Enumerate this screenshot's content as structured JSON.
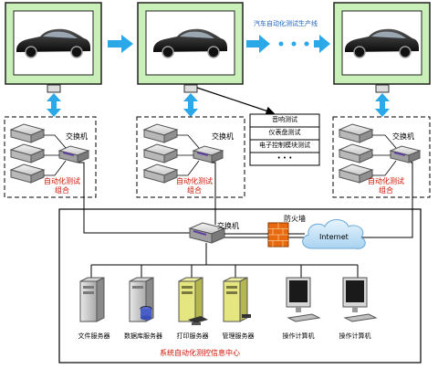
{
  "production_line_label": "汽车自动化测试生产线",
  "switch_label": "交换机",
  "group_labels": [
    "自动化测试组合",
    "自动化测试组合",
    "自动化测试组合"
  ],
  "test_items": [
    "音响测试",
    "仪表盘测试",
    "电子控制模块测试",
    "• • •"
  ],
  "firewall_label": "防火墙",
  "internet_label": "Internet",
  "servers": [
    "文件服务器",
    "数据库服务器",
    "打印服务器",
    "管理服务器"
  ],
  "computers": [
    "操作计算机",
    "操作计算机"
  ],
  "center_label": "系统自动化测控信息中心",
  "colors": {
    "station_bg": "#c8f0b8",
    "station_border": "#222222",
    "arrow": "#2aa8e8",
    "label_red": "#cc1100",
    "label_blue": "#2060c0",
    "firewall": "#e86a10",
    "cloud": "#c7e4f7"
  }
}
